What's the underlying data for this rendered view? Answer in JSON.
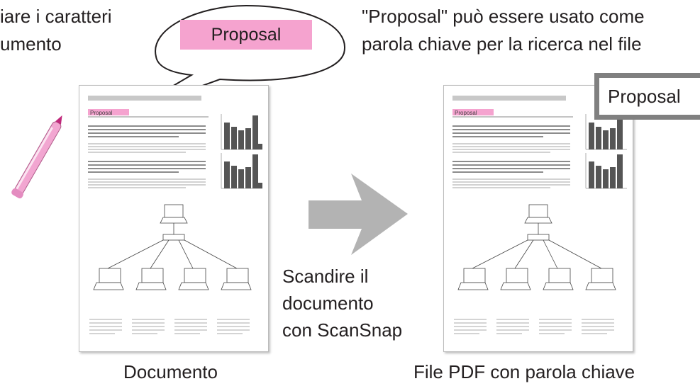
{
  "left_instruction": [
    "iare i caratteri",
    "umento"
  ],
  "right_caption": [
    "\"Proposal\" può essere usato come",
    "parola chiave per la ricerca nel file"
  ],
  "bubble_keyword": "Proposal",
  "highlighted_keyword": "Proposal",
  "scan_caption": [
    "Scandire il",
    "documento",
    "con ScanSnap"
  ],
  "left_doc_label": "Documento",
  "right_doc_label": "File PDF con parola chiave",
  "doc_heading": "Proposal",
  "colors": {
    "highlight": "#f5a3cf",
    "arrow": "#b3b3b3",
    "frame": "#808080",
    "pen": "#f2a6d1"
  },
  "icons": [
    "pen-icon",
    "arrow-right-icon",
    "speech-bubble-icon",
    "laptop-icon",
    "network-hub-icon"
  ]
}
